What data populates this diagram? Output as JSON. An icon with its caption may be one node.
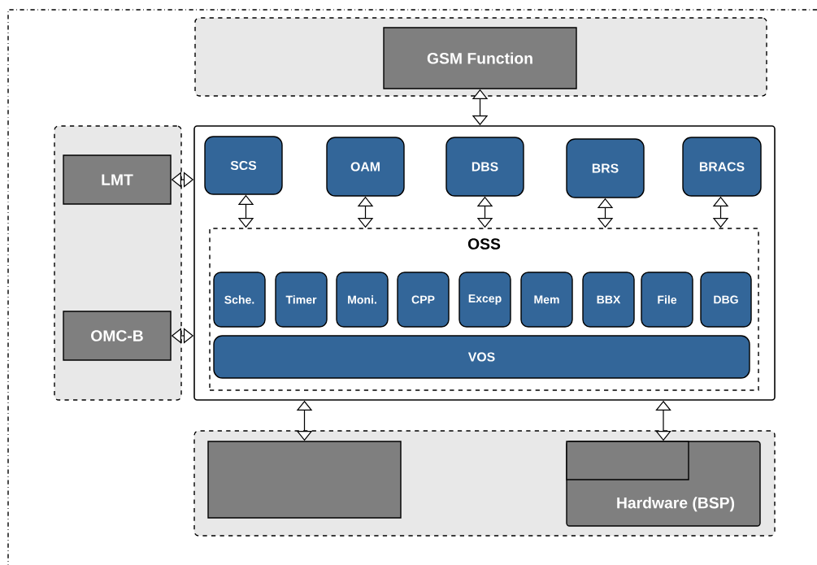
{
  "diagram": {
    "nodes": [
      {
        "text": [],
        "shape": "box"
      },
      {
        "text": [
          "GSM Function"
        ],
        "in": 0
      },
      {
        "text": [],
        "shape": "box"
      },
      {
        "text": [
          "LMT"
        ],
        "in": 2
      },
      {
        "text": [
          "OMC-B"
        ],
        "in": 2
      },
      {
        "text": [],
        "shape": "box"
      },
      {
        "text": [
          "SCS"
        ],
        "in": 5
      },
      {
        "text": [
          "OAM"
        ],
        "in": 5
      },
      {
        "text": [
          "DBS"
        ],
        "in": 5
      },
      {
        "text": [
          "BRS"
        ],
        "in": 5
      },
      {
        "text": [
          "BRACS"
        ],
        "in": 5
      },
      {
        "text": [
          "OSS"
        ],
        "in": 5
      },
      {
        "text": [
          "Sche."
        ],
        "in": 11
      },
      {
        "text": [
          "Timer"
        ],
        "in": 11
      },
      {
        "text": [
          "Moni."
        ],
        "in": 11
      },
      {
        "text": [
          "CPP"
        ],
        "in": 11
      },
      {
        "text": [
          "Excep"
        ],
        "in": 11
      },
      {
        "text": [
          "Mem"
        ],
        "in": 11
      },
      {
        "text": [
          "BBX"
        ],
        "in": 11
      },
      {
        "text": [
          "File"
        ],
        "in": 11
      },
      {
        "text": [
          "DBG"
        ],
        "in": 11
      },
      {
        "text": [
          "VOS"
        ],
        "in": 11
      },
      {
        "text": [],
        "shape": "box"
      },
      {
        "text": [],
        "shape": "box",
        "in": 22
      },
      {
        "text": [
          "Hardware (BSP)"
        ],
        "in": 22
      },
      {
        "text": [],
        "shape": "box",
        "in": 24
      }
    ],
    "edges": [
      {
        "from": 1,
        "to": 5,
        "arrow": "both"
      },
      {
        "from": 3,
        "to": 5,
        "arrow": "both"
      },
      {
        "from": 4,
        "to": 5,
        "arrow": "both"
      },
      {
        "from": 6,
        "to": 11,
        "arrow": "both"
      },
      {
        "from": 7,
        "to": 11,
        "arrow": "both"
      },
      {
        "from": 8,
        "to": 11,
        "arrow": "both"
      },
      {
        "from": 9,
        "to": 11,
        "arrow": "both"
      },
      {
        "from": 10,
        "to": 11,
        "arrow": "both"
      },
      {
        "from": 5,
        "to": 23,
        "arrow": "both"
      },
      {
        "from": 5,
        "to": 24,
        "arrow": "both"
      }
    ]
  }
}
